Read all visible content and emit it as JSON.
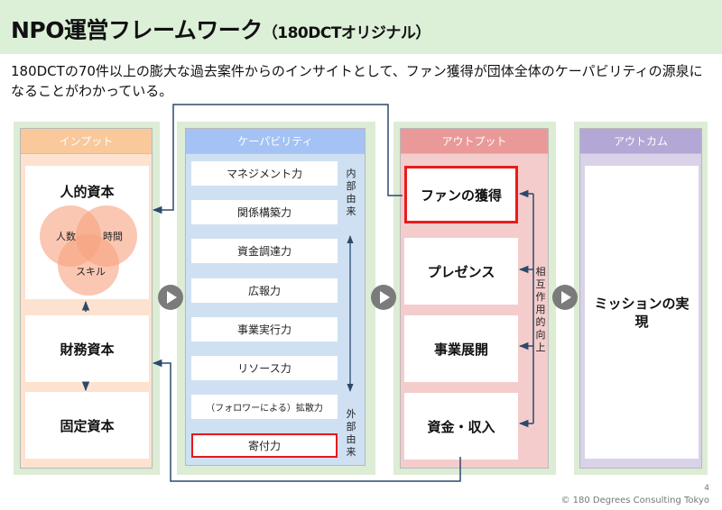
{
  "header": {
    "title_main": "NPO運営フレームワーク",
    "title_sub": "（180DCTオリジナル）"
  },
  "lead_text": "180DCTの70件以上の膨大な過去案件からのインサイトとして、ファン獲得が団体全体のケーパビリティの源泉になることがわかっている。",
  "colors": {
    "header_band": "#dcefd7",
    "column_bg": "#dcecd5",
    "input_head": "#f9c89b",
    "input_body": "#fde3cf",
    "capability_head": "#a4c2f4",
    "capability_body": "#cfe0f3",
    "output_head": "#ea9999",
    "output_body": "#f4cccc",
    "outcome_head": "#b4a7d6",
    "outcome_body": "#d9d2e9",
    "highlight_red": "#e8161b",
    "connector": "#2b4a6b",
    "venn_fill": "#f6a27e"
  },
  "input": {
    "header": "インプット",
    "human_capital": {
      "title": "人的資本",
      "venn": [
        "人数",
        "時間",
        "スキル"
      ]
    },
    "financial_capital": "財務資本",
    "fixed_capital": "固定資本"
  },
  "capability": {
    "header": "ケーパビリティ",
    "items": [
      "マネジメント力",
      "関係構築力",
      "資金調達力",
      "広報力",
      "事業実行力",
      "リソース力",
      "（フォロワーによる）拡散力",
      "寄付力"
    ],
    "highlighted_item": "寄付力",
    "internal_label": "内部由来",
    "external_label": "外部由来"
  },
  "output": {
    "header": "アウトプット",
    "items": [
      "ファンの獲得",
      "プレゼンス",
      "事業展開",
      "資金・収入"
    ],
    "highlighted_item": "ファンの獲得",
    "mutual_label": "相互作用的向上"
  },
  "outcome": {
    "header": "アウトカム",
    "item": "ミッションの実現"
  },
  "icons": {
    "flow_arrow": "play-circle-icon"
  },
  "footer": {
    "page_number": "4",
    "copyright": "© 180 Degrees Consulting Tokyo"
  }
}
